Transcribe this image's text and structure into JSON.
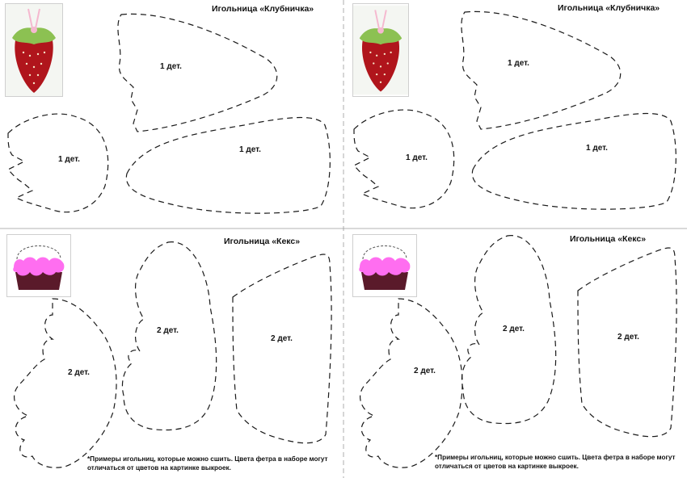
{
  "panels": [
    {
      "id": "strawberry-left",
      "title": "Игольница «Клубничка»",
      "pieces": [
        "1 дет.",
        "1 дет.",
        "1 дет."
      ]
    },
    {
      "id": "strawberry-right",
      "title": "Игольница «Клубничка»",
      "pieces": [
        "1 дет.",
        "1 дет.",
        "1 дет."
      ]
    },
    {
      "id": "cupcake-left",
      "title": "Игольница «Кекс»",
      "pieces": [
        "2 дет.",
        "2 дет.",
        "2 дет."
      ],
      "note": "*Примеры игольниц, которые можно сшить. Цвета фетра в наборе могут отличаться от цветов на картинке выкроек."
    },
    {
      "id": "cupcake-right",
      "title": "Игольница «Кекс»",
      "pieces": [
        "2 дет.",
        "2 дет.",
        "2 дет."
      ],
      "note": "*Примеры игольниц, которые можно сшить. Цвета фетра в наборе могут отличаться от цветов на картинке выкроек."
    }
  ],
  "colors": {
    "cutline": "#1a1a1a",
    "strawberry_red": "#b0151c",
    "strawberry_leaf": "#8cc152",
    "ribbon_pink": "#f5b8cf",
    "cupcake_pink": "#ff6ef0",
    "cupcake_brown": "#5a1a2a"
  },
  "icons": [
    "strawberry-photo",
    "cupcake-illustration"
  ]
}
